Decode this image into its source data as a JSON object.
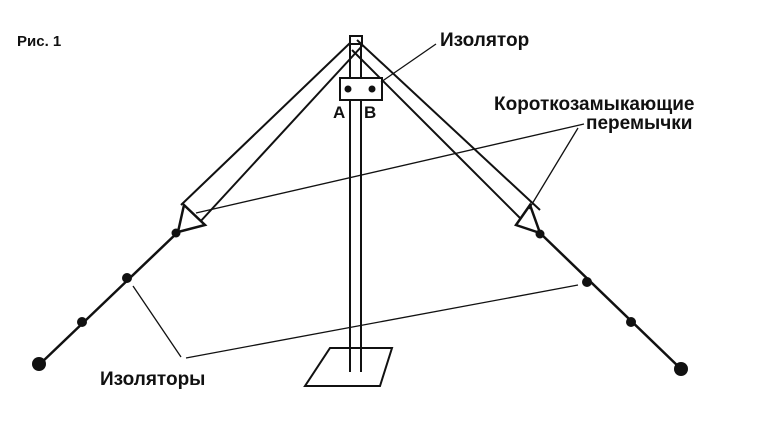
{
  "figure": {
    "caption": "Рис. 1",
    "labels": {
      "insulator": "Изолятор",
      "point_a": "A",
      "point_b": "B",
      "jumpers_line1": "Короткозамыкающие",
      "jumpers_line2": "перемычки",
      "insulators": "Изоляторы"
    }
  }
}
